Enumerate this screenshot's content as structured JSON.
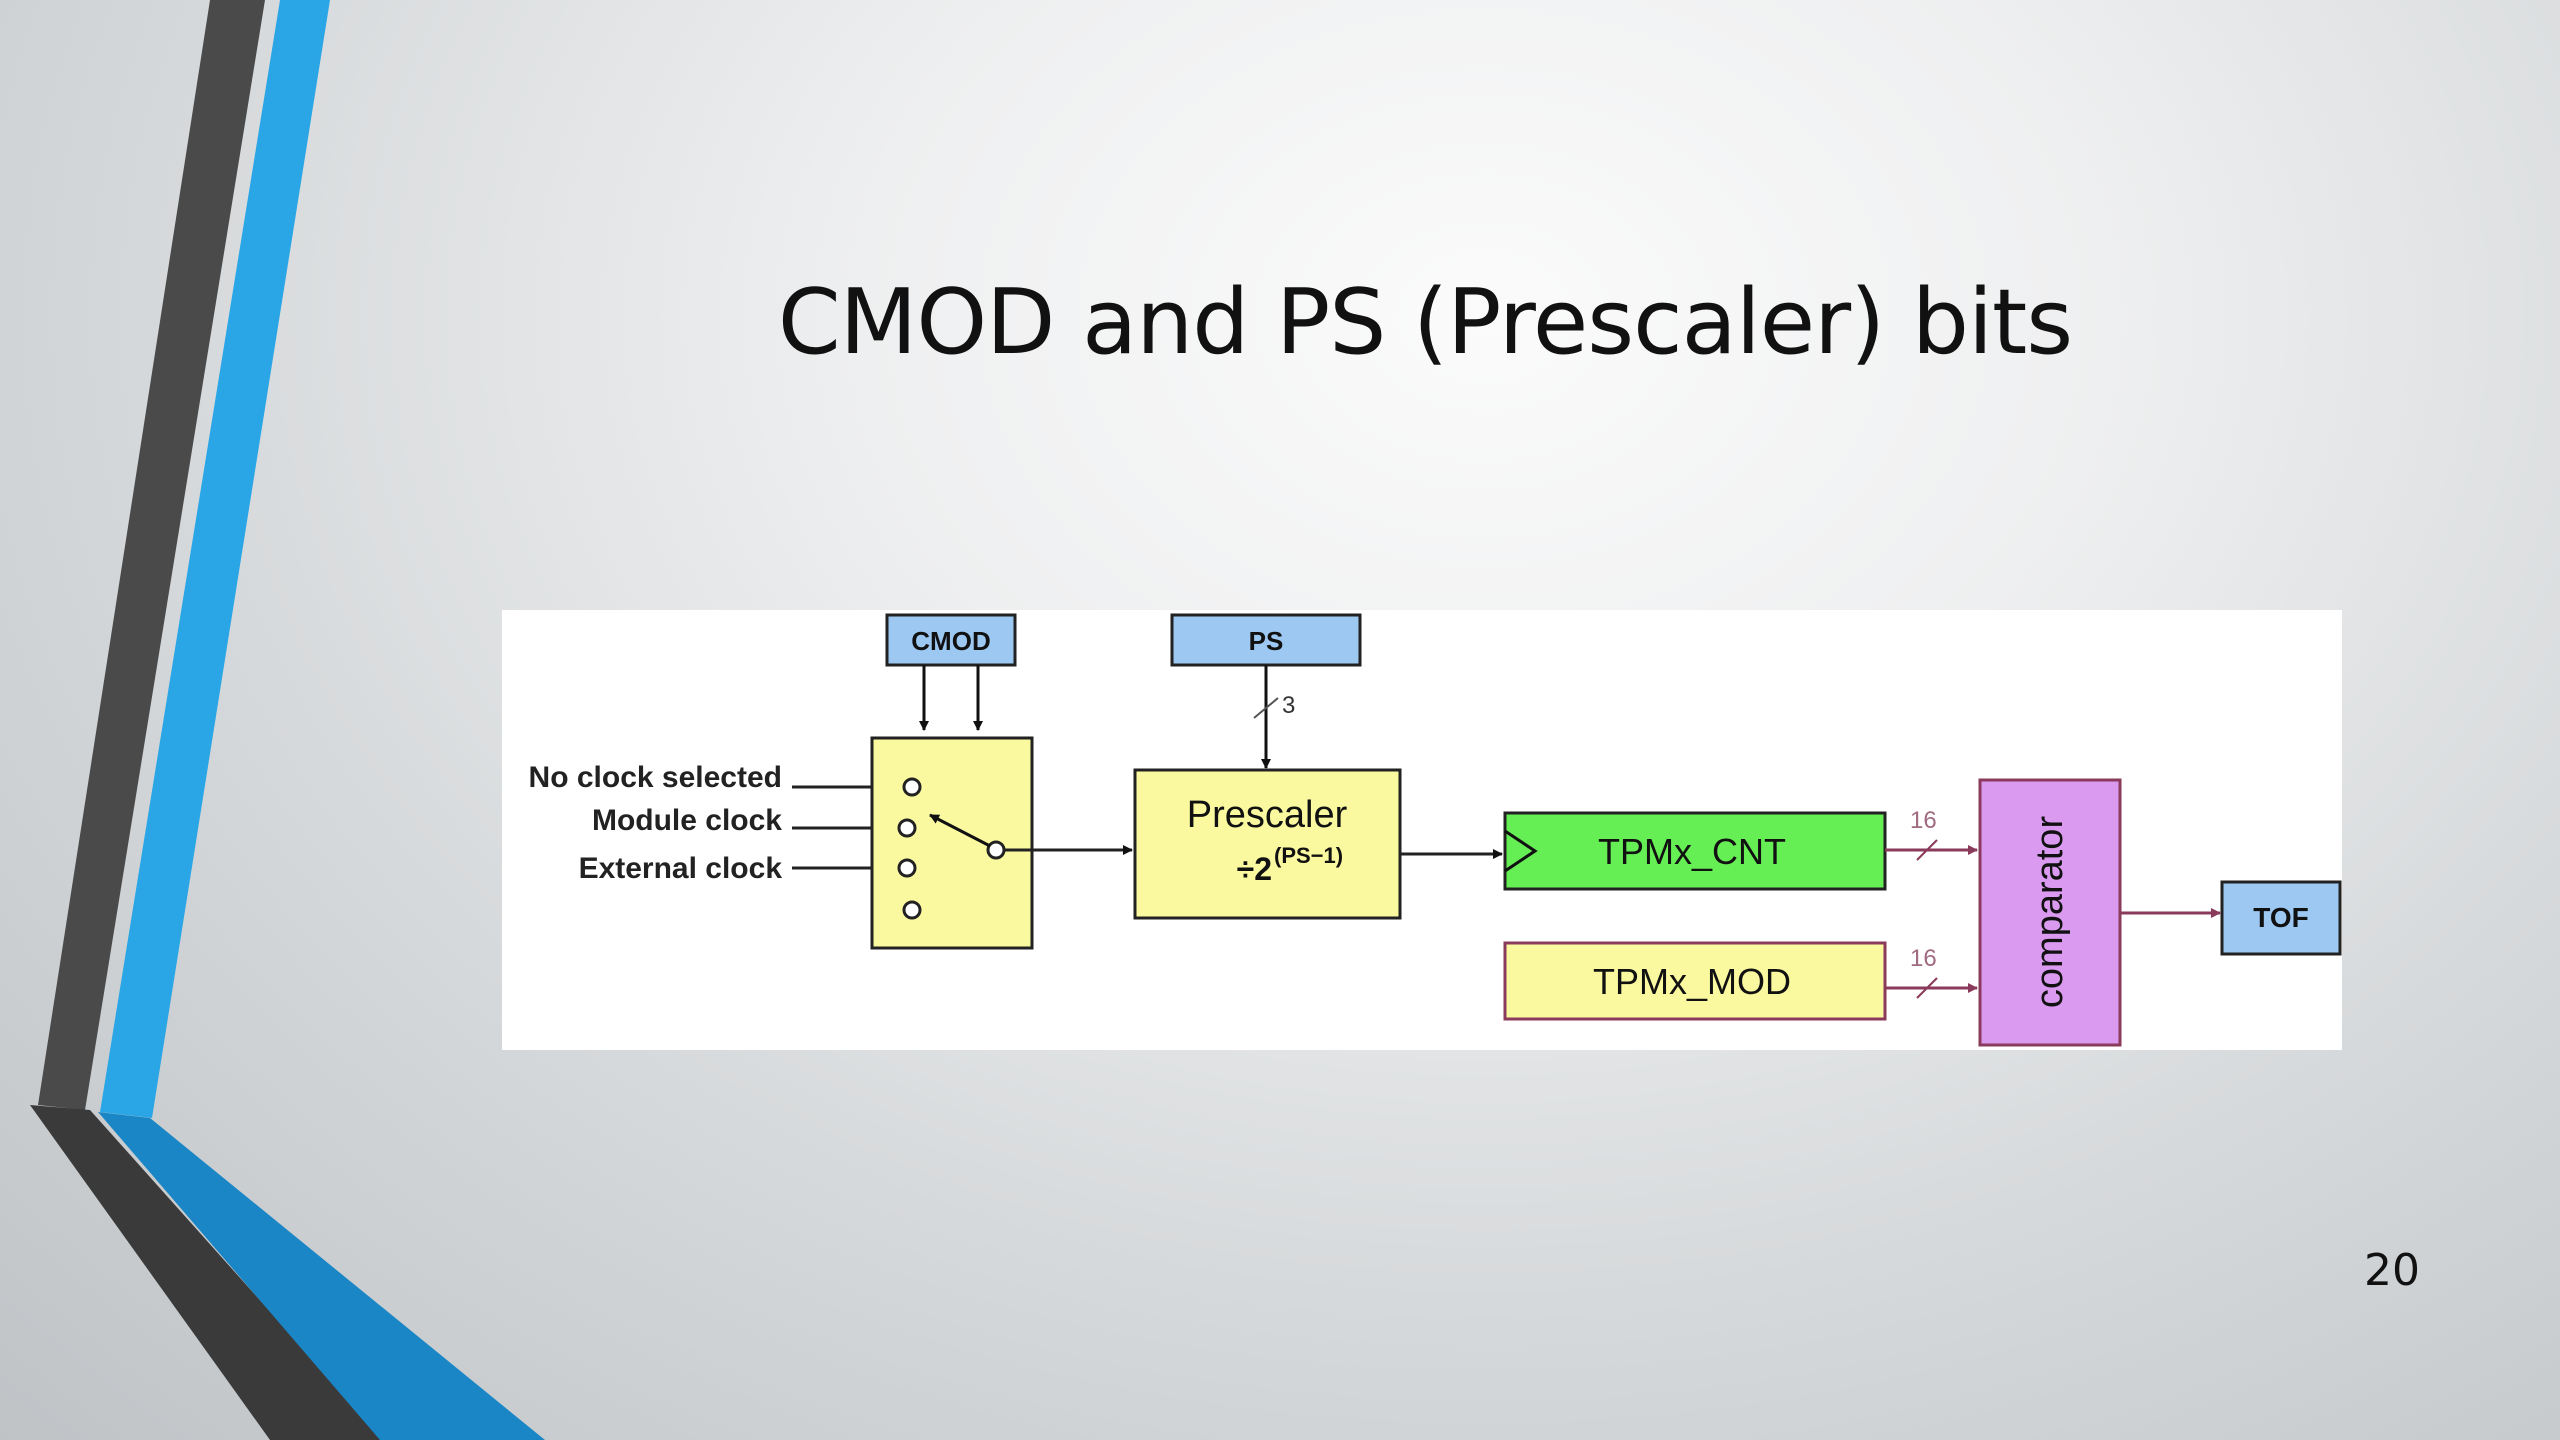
{
  "slide": {
    "title": "CMOD and PS (Prescaler) bits",
    "page_number": "20"
  },
  "diagram": {
    "inputs": [
      "No clock selected",
      "Module clock",
      "External clock"
    ],
    "cmod_label": "CMOD",
    "ps_label": "PS",
    "ps_bus_width": "3",
    "prescaler_label": "Prescaler",
    "prescaler_divide_base": "÷2",
    "prescaler_exponent": "(PS−1)",
    "counter_label": "TPMx_CNT",
    "modulo_label": "TPMx_MOD",
    "counter_bus_width": "16",
    "modulo_bus_width": "16",
    "comparator_label": "comparator",
    "output_label": "TOF"
  },
  "colors": {
    "register_blue": "#9cc8f2",
    "block_yellow": "#fbf9a0",
    "counter_green": "#66ee55",
    "comparator_purple": "#d99af0",
    "bus_maroon": "#8a3a5a",
    "accent_blue": "#2aa6e6",
    "accent_dark": "#4a4a4a"
  }
}
